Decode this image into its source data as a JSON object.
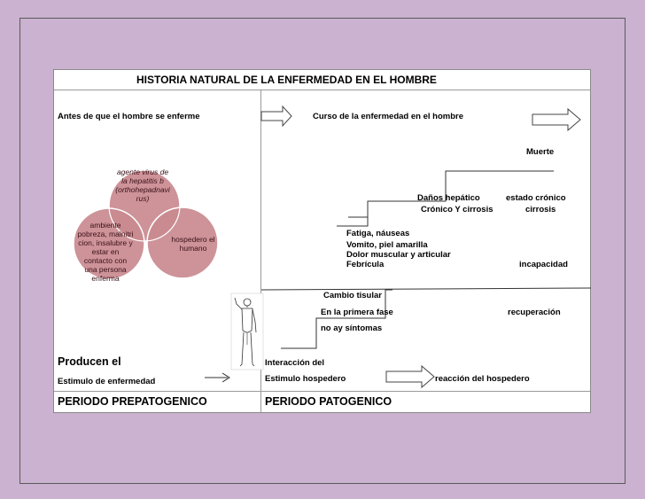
{
  "title": "HISTORIA NATURAL DE LA ENFERMEDAD EN EL HOMBRE",
  "left": {
    "before": "Antes de que el hombre se enferme",
    "agent": [
      "agente virus de",
      "la hepatitis b",
      "(orthohepadnavi",
      "rus)"
    ],
    "environment": [
      "ambiente",
      "pobreza, malnitri",
      "cion, insalubre y",
      "estar en",
      "contacto con",
      "una persona",
      "enferma"
    ],
    "host": [
      "hospedero el",
      "humano"
    ],
    "produce": "Producen el",
    "stimulus": "Estimulo de enfermedad",
    "period": "PERIODO PREPATOGENICO"
  },
  "right": {
    "course": "Curso de la enfermedad en el hombre",
    "death": "Muerte",
    "liver_damage": "Daños hepático",
    "chronic_state": "estado crónico",
    "chronic_cirrhosis": "Crónico Y cirrosis",
    "cirrhosis": "cirrosis",
    "symptoms": [
      "Fatiga, náuseas",
      "Vomito, piel amarilla",
      " Dolor muscular y articular",
      "Febrícula"
    ],
    "disability": "incapacidad",
    "tissue_change": "Cambio tisular",
    "first_phase": "En la primera fase",
    "no_symptoms": "no ay síntomas",
    "recovery": "recuperación",
    "interaction": "Interacción del",
    "host_stimulus": "Estimulo hospedero",
    "host_reaction": "reacción del hospedero",
    "period": "PERIODO PATOGENICO"
  },
  "colors": {
    "background": "#cbb2d0",
    "circle_fill": "#c98a8f",
    "circle_stroke": "#ffffff"
  }
}
